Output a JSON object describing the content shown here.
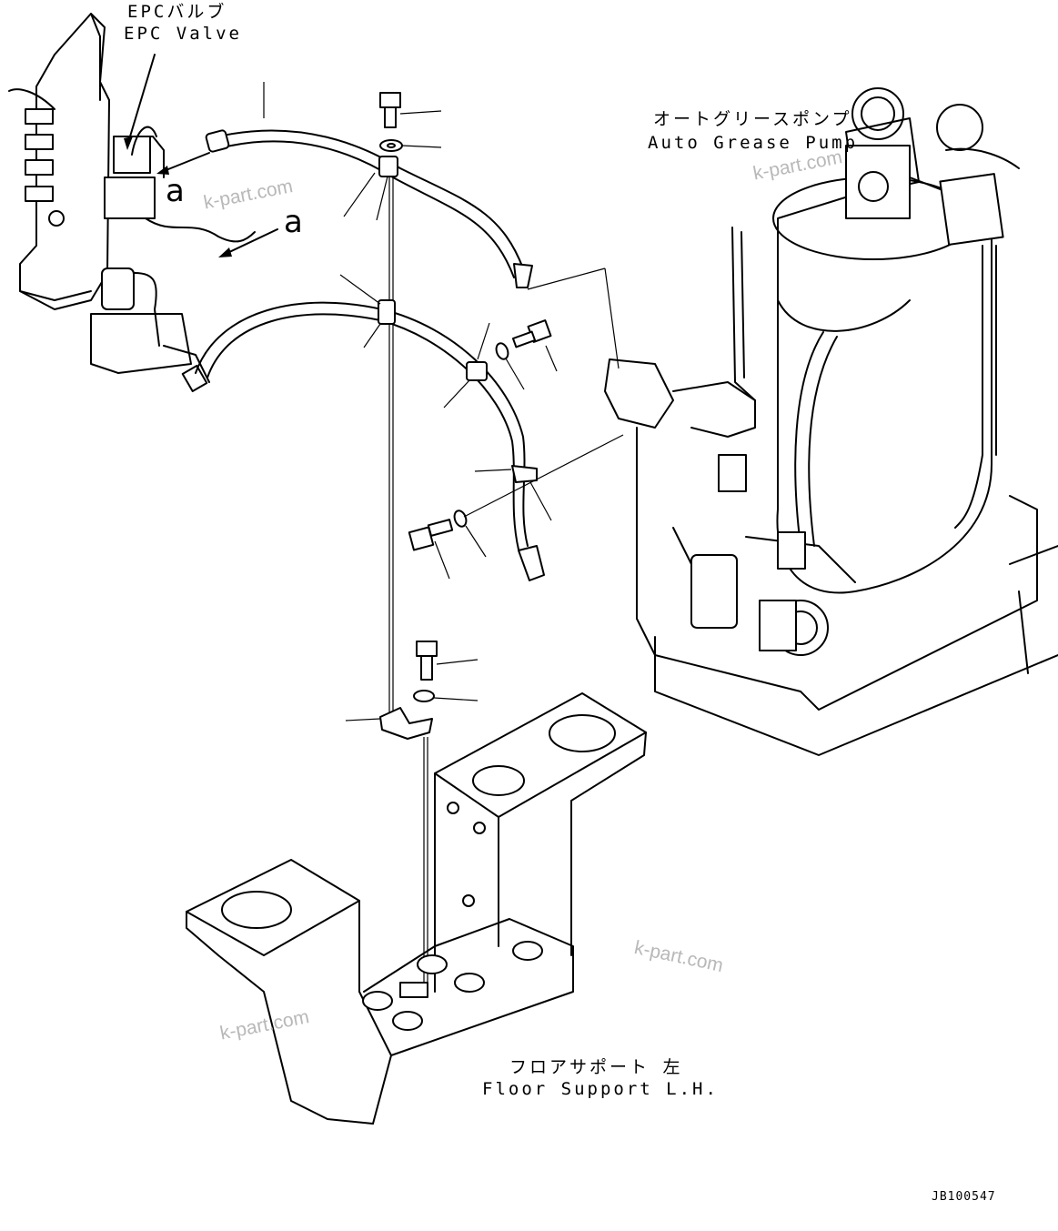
{
  "labels": {
    "epc_jp": "EPCバルブ",
    "epc_en": "EPC Valve",
    "pump_jp": "オートグリースポンプ",
    "pump_en": "Auto Grease Pump",
    "floor_jp": "フロアサポート 左",
    "floor_en": "Floor Support L.H.",
    "ref_letter_1": "a",
    "ref_letter_2": "a",
    "drawing_code": "JB100547"
  },
  "watermarks": [
    "k-part.com",
    "k-part.com",
    "k-part.com",
    "k-part.com"
  ]
}
